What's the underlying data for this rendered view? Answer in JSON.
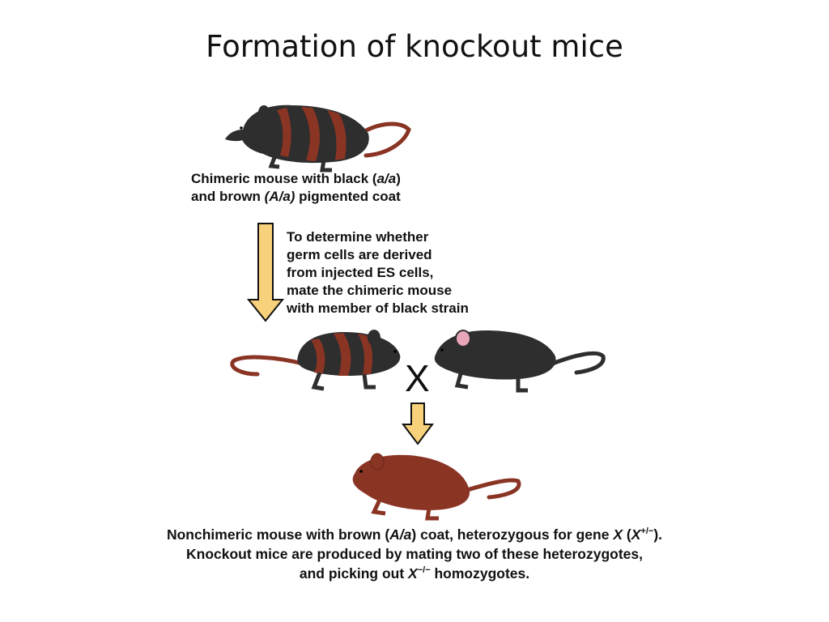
{
  "title": "Formation of knockout mice",
  "chimeric_label": {
    "l1_a": "Chimeric mouse with black (",
    "l1_b": "a/a",
    "l1_c": ")",
    "l2_a": "and brown ",
    "l2_b": "(A/a)",
    "l2_c": " pigmented coat"
  },
  "determine_lines": [
    "To determine whether",
    "germ cells are derived",
    "from injected ES cells,",
    "mate the chimeric mouse",
    "with member of black strain"
  ],
  "cross_symbol": "X",
  "bottom_label": {
    "l1_a": "Nonchimeric mouse with brown (",
    "l1_b": "A/a",
    "l1_c": ") coat, heterozygous for gene ",
    "l1_d": "X",
    "l1_e": " (",
    "l1_f": "X",
    "l1_sup": "+/−",
    "l1_g": ").",
    "l2": "Knockout mice are produced by mating two of these heterozygotes,",
    "l3_a": "and picking out ",
    "l3_b": "X",
    "l3_sup": "−/−",
    "l3_c": " homozygotes."
  },
  "colors": {
    "black_coat": "#2e2e2e",
    "brown_coat": "#8a3424",
    "stripe": "#8a3424",
    "arrow_fill": "#f7d27a",
    "arrow_stroke": "#111111",
    "ear_pink": "#e8a6b8"
  }
}
